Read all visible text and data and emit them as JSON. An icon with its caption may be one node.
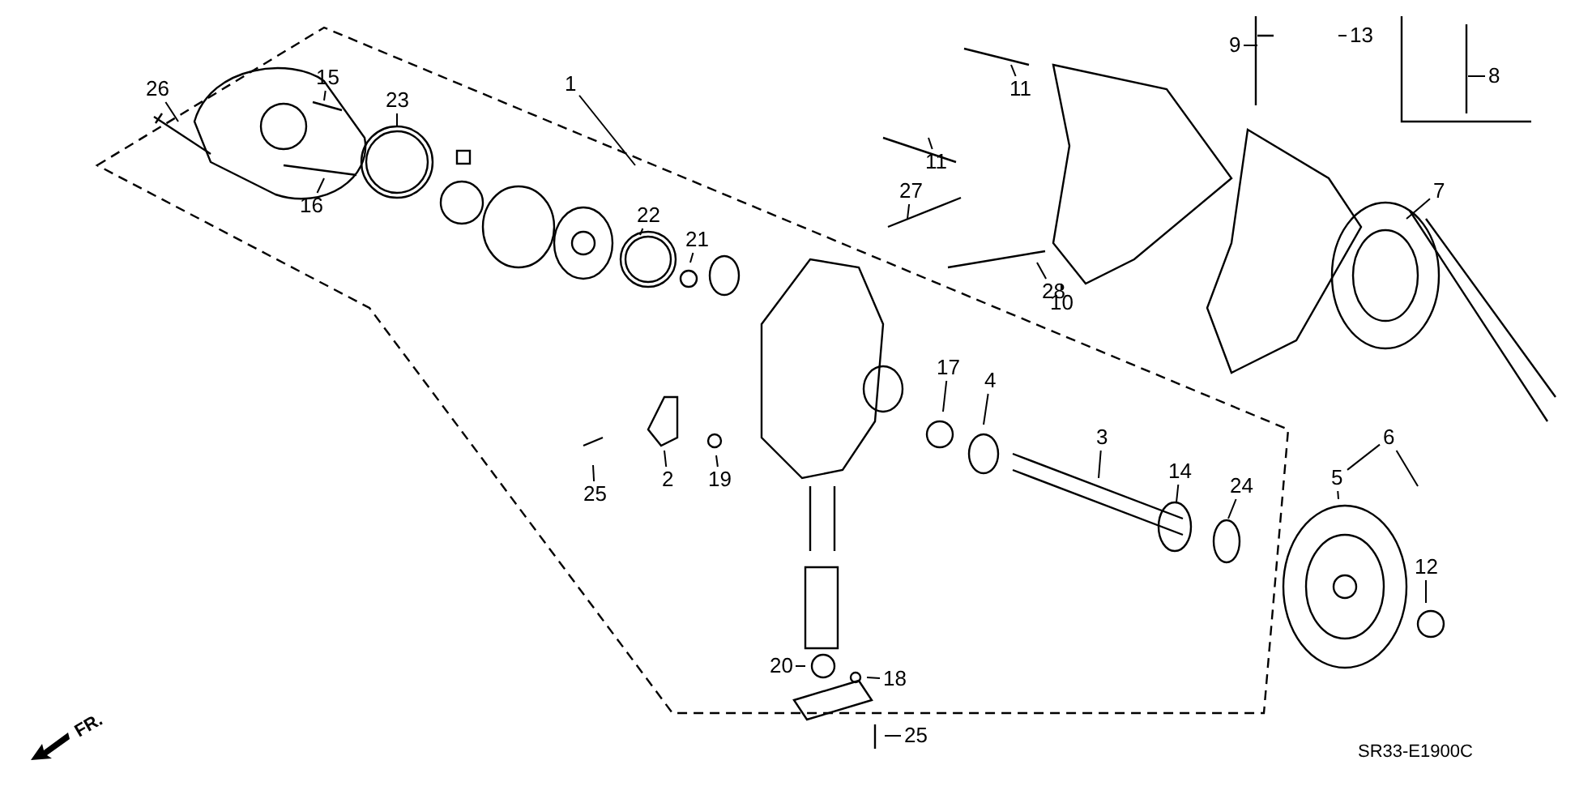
{
  "diagram": {
    "nodes": [
      {
        "text": [
          "26"
        ]
      },
      {
        "text": [
          "15"
        ]
      },
      {
        "text": [
          "23"
        ]
      },
      {
        "text": [
          "1"
        ]
      },
      {
        "text": [
          "16"
        ]
      },
      {
        "text": [
          "22"
        ]
      },
      {
        "text": [
          "21"
        ]
      },
      {
        "text": [
          "2"
        ]
      },
      {
        "text": [
          "25"
        ]
      },
      {
        "text": [
          "19"
        ]
      },
      {
        "text": [
          "17"
        ]
      },
      {
        "text": [
          "4"
        ]
      },
      {
        "text": [
          "3"
        ]
      },
      {
        "text": [
          "14"
        ]
      },
      {
        "text": [
          "24"
        ]
      },
      {
        "text": [
          "11"
        ]
      },
      {
        "text": [
          "9"
        ]
      },
      {
        "text": [
          "13"
        ]
      },
      {
        "text": [
          "8"
        ]
      },
      {
        "text": [
          "11"
        ]
      },
      {
        "text": [
          "27"
        ]
      },
      {
        "text": [
          "28"
        ]
      },
      {
        "text": [
          "10"
        ]
      },
      {
        "text": [
          "7"
        ]
      },
      {
        "text": [
          "6"
        ]
      },
      {
        "text": [
          "5"
        ]
      },
      {
        "text": [
          "12"
        ]
      },
      {
        "text": [
          "20"
        ]
      },
      {
        "text": [
          "18"
        ]
      },
      {
        "text": [
          "25"
        ]
      }
    ],
    "edges": [
      {
        "from": 0,
        "to": null,
        "arrow": "none"
      },
      {
        "from": 1,
        "to": null,
        "arrow": "none"
      },
      {
        "from": 2,
        "to": null,
        "arrow": "none"
      },
      {
        "from": 3,
        "to": null,
        "arrow": "none"
      },
      {
        "from": 4,
        "to": null,
        "arrow": "none"
      },
      {
        "from": 5,
        "to": null,
        "arrow": "none"
      },
      {
        "from": 6,
        "to": null,
        "arrow": "none"
      },
      {
        "from": 7,
        "to": null,
        "arrow": "none"
      },
      {
        "from": 8,
        "to": null,
        "arrow": "none"
      },
      {
        "from": 9,
        "to": null,
        "arrow": "none"
      },
      {
        "from": 10,
        "to": null,
        "arrow": "none"
      },
      {
        "from": 11,
        "to": null,
        "arrow": "none"
      },
      {
        "from": 12,
        "to": null,
        "arrow": "none"
      },
      {
        "from": 13,
        "to": null,
        "arrow": "none"
      },
      {
        "from": 14,
        "to": null,
        "arrow": "none"
      },
      {
        "from": 15,
        "to": null,
        "arrow": "none"
      },
      {
        "from": 16,
        "to": null,
        "arrow": "none"
      },
      {
        "from": 17,
        "to": null,
        "arrow": "none"
      },
      {
        "from": 18,
        "to": null,
        "arrow": "none"
      },
      {
        "from": 19,
        "to": null,
        "arrow": "none"
      },
      {
        "from": 20,
        "to": null,
        "arrow": "none"
      },
      {
        "from": 21,
        "to": null,
        "arrow": "none"
      },
      {
        "from": 22,
        "to": null,
        "arrow": "none"
      },
      {
        "from": 23,
        "to": null,
        "arrow": "none"
      },
      {
        "from": 24,
        "to": 25,
        "arrow": "none"
      },
      {
        "from": 24,
        "to": null,
        "arrow": "none"
      },
      {
        "from": 25,
        "to": null,
        "arrow": "none"
      },
      {
        "from": 26,
        "to": null,
        "arrow": "none"
      },
      {
        "from": 27,
        "to": null,
        "arrow": "none"
      },
      {
        "from": 28,
        "to": null,
        "arrow": "none"
      },
      {
        "from": 29,
        "to": null,
        "arrow": "none"
      }
    ],
    "labels": [
      "FR.",
      "SR33-E1900C"
    ]
  }
}
